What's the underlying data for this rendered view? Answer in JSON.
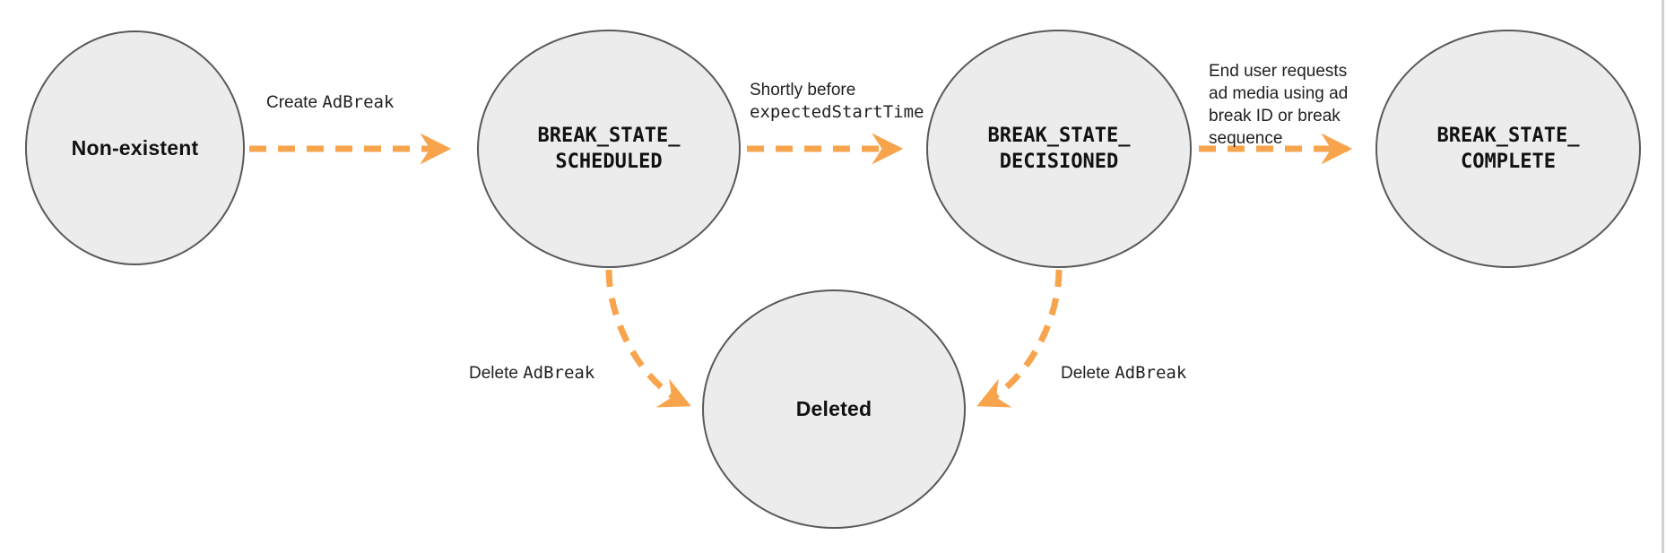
{
  "colors": {
    "background": "#ffffff",
    "node_fill": "#ececec",
    "node_border": "#595959",
    "arrow": "#f7a44c",
    "label_text": "#202124",
    "node_text": "#111111",
    "right_border": "#d2d2d2"
  },
  "nodes": [
    {
      "id": "non-existent",
      "label": "Non-existent"
    },
    {
      "id": "break-state-scheduled",
      "label": "BREAK_STATE_\nSCHEDULED"
    },
    {
      "id": "break-state-decisioned",
      "label": "BREAK_STATE_\nDECISIONED"
    },
    {
      "id": "break-state-complete",
      "label": "BREAK_STATE_\nCOMPLETE"
    },
    {
      "id": "deleted",
      "label": "Deleted"
    }
  ],
  "edges": [
    {
      "id": "create-ad-break",
      "from": "non-existent",
      "to": "break-state-scheduled",
      "label_plain": "Create ",
      "label_code": "AdBreak"
    },
    {
      "id": "shortly-before-expected-start-time",
      "from": "break-state-scheduled",
      "to": "break-state-decisioned",
      "label_plain": "Shortly before",
      "label_code": "expectedStartTime"
    },
    {
      "id": "end-user-requests-ad-media",
      "from": "break-state-decisioned",
      "to": "break-state-complete",
      "label_plain": "End user requests\nad media using ad\nbreak ID or break\nsequence",
      "label_code": ""
    },
    {
      "id": "delete-ad-break-from-scheduled",
      "from": "break-state-scheduled",
      "to": "deleted",
      "label_plain": "Delete ",
      "label_code": "AdBreak"
    },
    {
      "id": "delete-ad-break-from-decisioned",
      "from": "break-state-decisioned",
      "to": "deleted",
      "label_plain": "Delete ",
      "label_code": "AdBreak"
    }
  ]
}
